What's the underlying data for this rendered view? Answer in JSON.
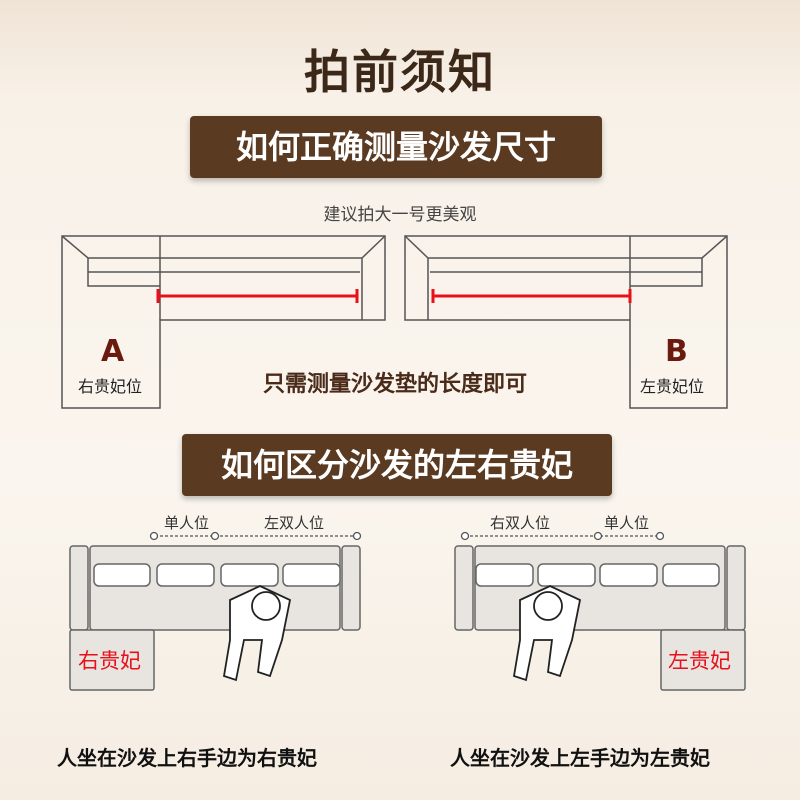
{
  "title": "拍前须知",
  "section1": {
    "banner": "如何正确测量沙发尺寸",
    "subtitle": "建议拍大一号更美观",
    "sofa_a": {
      "letter": "A",
      "label": "右贵妃位"
    },
    "sofa_b": {
      "letter": "B",
      "label": "左贵妃位"
    },
    "note": "只需测量沙发垫的长度即可"
  },
  "section2": {
    "banner": "如何区分沙发的左右贵妃",
    "left": {
      "single": "单人位",
      "double": "左双人位",
      "chaise": "右贵妃",
      "caption": "人坐在沙发上右手边为右贵妃"
    },
    "right": {
      "single": "单人位",
      "double": "右双人位",
      "chaise": "左贵妃",
      "caption": "人坐在沙发上左手边为左贵妃"
    }
  },
  "colors": {
    "banner": "#5b3a22",
    "measure_line": "#e8101a",
    "chaise_label": "#e8101a"
  }
}
